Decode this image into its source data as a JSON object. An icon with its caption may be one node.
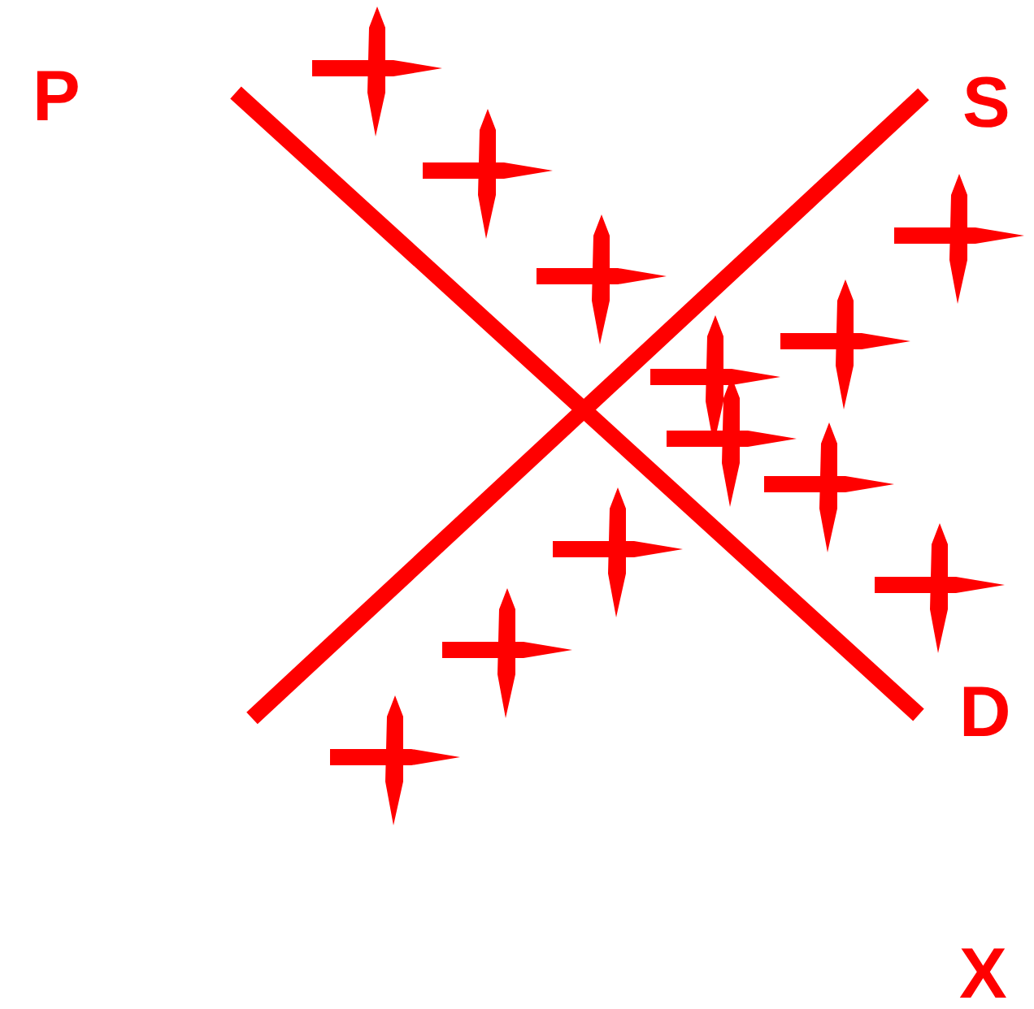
{
  "diagram": {
    "labels": [
      "P",
      "S",
      "D",
      "X"
    ]
  }
}
